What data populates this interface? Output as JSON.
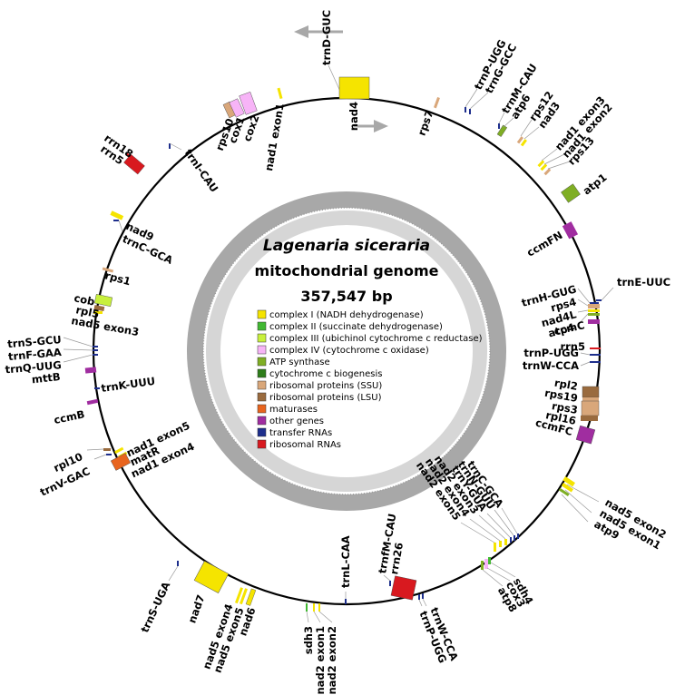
{
  "map": {
    "species": "Lagenaria siceraria",
    "subtitle": "mitochondrial genome",
    "size": "357,547 bp"
  },
  "legend": [
    {
      "label": "complex I (NADH dehydrogenase)",
      "color": "#f5e400"
    },
    {
      "label": "complex II (succinate dehydrogenase)",
      "color": "#41b832"
    },
    {
      "label": "complex III (ubichinol cytochrome c reductase)",
      "color": "#c8f03c"
    },
    {
      "label": "complex IV (cytochrome c oxidase)",
      "color": "#f7b4f7"
    },
    {
      "label": "ATP synthase",
      "color": "#7fae24"
    },
    {
      "label": "cytochrome c biogenesis",
      "color": "#2e7d1a"
    },
    {
      "label": "ribosomal proteins (SSU)",
      "color": "#d9a77a"
    },
    {
      "label": "ribosomal proteins (LSU)",
      "color": "#9a6b3e"
    },
    {
      "label": "maturases",
      "color": "#e8641e"
    },
    {
      "label": "other genes",
      "color": "#a02da0"
    },
    {
      "label": "transfer RNAs",
      "color": "#1d2e8c"
    },
    {
      "label": "ribosomal RNAs",
      "color": "#d8191f"
    }
  ],
  "genes": [
    {
      "label": "trnD-GUC",
      "color": "#1d2e8c"
    },
    {
      "label": "nad4",
      "color": "#f5e400"
    },
    {
      "label": "rps7",
      "color": "#d9a77a"
    },
    {
      "label": "trnP-UGG",
      "color": "#1d2e8c"
    },
    {
      "label": "trnG-GCC",
      "color": "#1d2e8c"
    },
    {
      "label": "trnM-CAU",
      "color": "#1d2e8c"
    },
    {
      "label": "atp6",
      "color": "#7fae24"
    },
    {
      "label": "rps12",
      "color": "#d9a77a"
    },
    {
      "label": "nad3",
      "color": "#f5e400"
    },
    {
      "label": "nad1 exon3",
      "color": "#f5e400"
    },
    {
      "label": "nad1 exon2",
      "color": "#f5e400"
    },
    {
      "label": "rps13",
      "color": "#d9a77a"
    },
    {
      "label": "atp1",
      "color": "#7fae24"
    },
    {
      "label": "ccmFN",
      "color": "#a02da0"
    },
    {
      "label": "trnE-UUC",
      "color": "#1d2e8c"
    },
    {
      "label": "trnH-GUG",
      "color": "#1d2e8c"
    },
    {
      "label": "rps4",
      "color": "#d9a77a"
    },
    {
      "label": "nad4L",
      "color": "#f5e400"
    },
    {
      "label": "atp4",
      "color": "#7fae24"
    },
    {
      "label": "ccmC",
      "color": "#a02da0"
    },
    {
      "label": "rrn5",
      "color": "#d8191f"
    },
    {
      "label": "trnP-UGG",
      "color": "#1d2e8c"
    },
    {
      "label": "trnW-CCA",
      "color": "#1d2e8c"
    },
    {
      "label": "rpl2",
      "color": "#9a6b3e"
    },
    {
      "label": "rps19",
      "color": "#d9a77a"
    },
    {
      "label": "rps3",
      "color": "#d9a77a"
    },
    {
      "label": "rpl16",
      "color": "#9a6b3e"
    },
    {
      "label": "ccmFC",
      "color": "#a02da0"
    },
    {
      "label": "nad5 exon2",
      "color": "#f5e400"
    },
    {
      "label": "nad5 exon1",
      "color": "#f5e400"
    },
    {
      "label": "atp9",
      "color": "#7fae24"
    },
    {
      "label": "trnC-GCA",
      "color": "#1d2e8c"
    },
    {
      "label": "trnN-GUU",
      "color": "#1d2e8c"
    },
    {
      "label": "trnY-GUA",
      "color": "#1d2e8c"
    },
    {
      "label": "nad2 exon3",
      "color": "#f5e400"
    },
    {
      "label": "nad2 exon4",
      "color": "#f5e400"
    },
    {
      "label": "nad2 exon5",
      "color": "#f5e400"
    },
    {
      "label": "sdh4",
      "color": "#41b832"
    },
    {
      "label": "cox3",
      "color": "#f7b4f7"
    },
    {
      "label": "atp8",
      "color": "#7fae24"
    },
    {
      "label": "trnW-CCA",
      "color": "#1d2e8c"
    },
    {
      "label": "trnP-UGG",
      "color": "#1d2e8c"
    },
    {
      "label": "rrn26",
      "color": "#d8191f"
    },
    {
      "label": "trnfM-CAU",
      "color": "#1d2e8c"
    },
    {
      "label": "trnL-CAA",
      "color": "#1d2e8c"
    },
    {
      "label": "sdh3",
      "color": "#41b832"
    },
    {
      "label": "nad2 exon1",
      "color": "#f5e400"
    },
    {
      "label": "nad2 exon2",
      "color": "#f5e400"
    },
    {
      "label": "nad6",
      "color": "#f5e400"
    },
    {
      "label": "nad5 exon5",
      "color": "#f5e400"
    },
    {
      "label": "nad5 exon4",
      "color": "#f5e400"
    },
    {
      "label": "nad7",
      "color": "#f5e400"
    },
    {
      "label": "trnS-UGA",
      "color": "#1d2e8c"
    },
    {
      "label": "nad1 exon4",
      "color": "#f5e400"
    },
    {
      "label": "matR",
      "color": "#e8641e"
    },
    {
      "label": "nad1 exon5",
      "color": "#f5e400"
    },
    {
      "label": "trnV-GAC",
      "color": "#1d2e8c"
    },
    {
      "label": "rpl10",
      "color": "#9a6b3e"
    },
    {
      "label": "ccmB",
      "color": "#a02da0"
    },
    {
      "label": "trnK-UUU",
      "color": "#1d2e8c"
    },
    {
      "label": "mttB",
      "color": "#a02da0"
    },
    {
      "label": "trnQ-UUG",
      "color": "#1d2e8c"
    },
    {
      "label": "trnF-GAA",
      "color": "#1d2e8c"
    },
    {
      "label": "trnS-GCU",
      "color": "#1d2e8c"
    },
    {
      "label": "nad5 exon3",
      "color": "#f5e400"
    },
    {
      "label": "rpl5",
      "color": "#9a6b3e"
    },
    {
      "label": "cob",
      "color": "#c8f03c"
    },
    {
      "label": "rps1",
      "color": "#d9a77a"
    },
    {
      "label": "trnC-GCA",
      "color": "#1d2e8c"
    },
    {
      "label": "nad9",
      "color": "#f5e400"
    },
    {
      "label": "trnI-CAU",
      "color": "#1d2e8c"
    },
    {
      "label": "rrn5",
      "color": "#d8191f"
    },
    {
      "label": "rrn18",
      "color": "#d8191f"
    },
    {
      "label": "rps10",
      "color": "#d9a77a"
    },
    {
      "label": "cox1",
      "color": "#f7b4f7"
    },
    {
      "label": "cox2",
      "color": "#f7b4f7"
    },
    {
      "label": "nad1 exon1",
      "color": "#f5e400"
    }
  ],
  "colors": {
    "ring": "#000000",
    "gc_outer": "#a8a8a8",
    "gc_inner": "#d4d4d4",
    "arrow": "#a8a8a8"
  }
}
